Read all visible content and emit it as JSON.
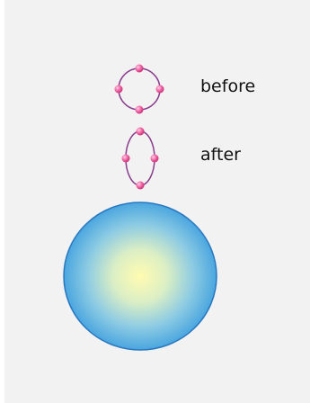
{
  "labels": {
    "before": "before",
    "after": "after"
  },
  "colors": {
    "background": "#f2f2f2",
    "ring_stroke": "#8a3c8e",
    "bead_fill": "#ee5fa0",
    "bead_highlight": "#ffd0e6",
    "sphere_center": "#fffbb0",
    "sphere_edge": "#4aa6df",
    "sphere_stroke": "#2a78c0"
  },
  "icons": {
    "before_ring": "bead-ring-circle-icon",
    "after_ring": "bead-ring-ellipse-icon",
    "sphere": "gradient-sphere"
  }
}
